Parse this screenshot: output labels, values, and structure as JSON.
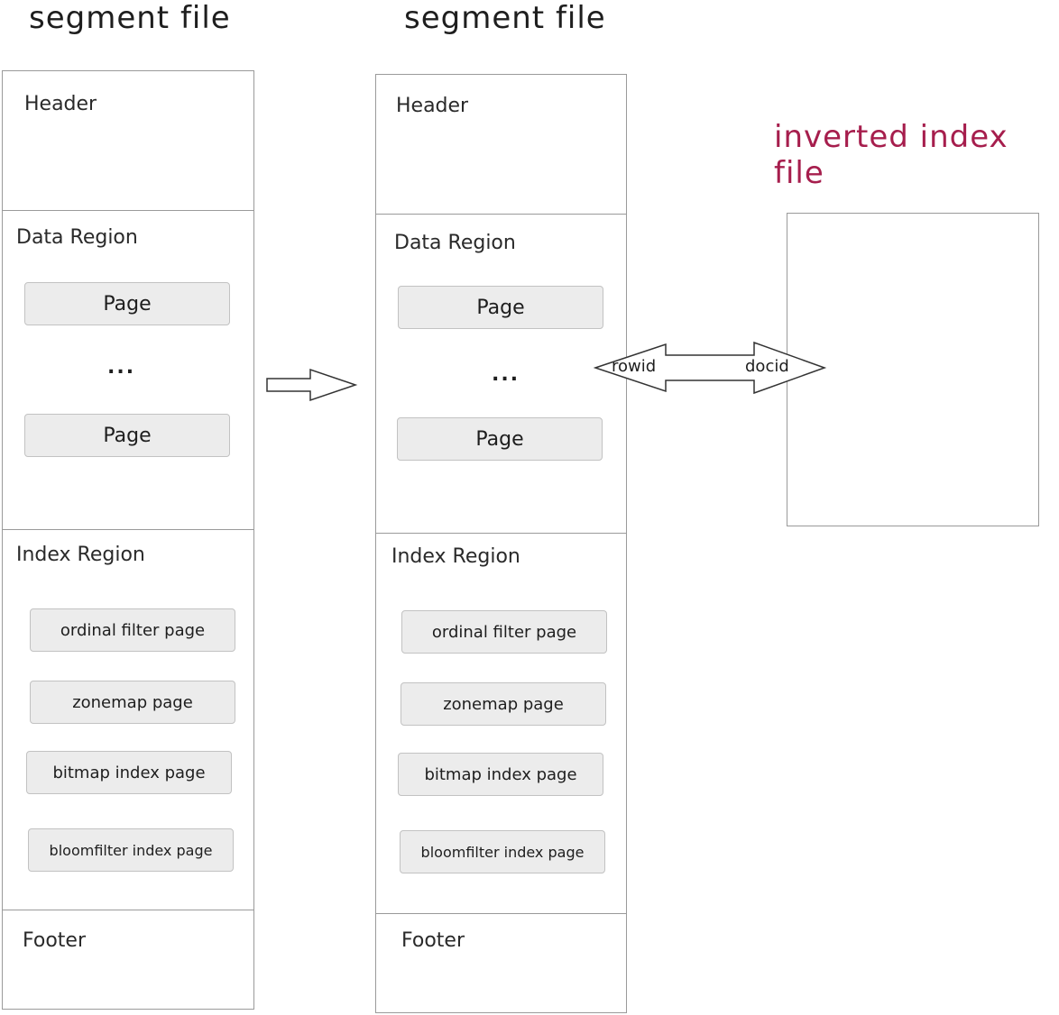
{
  "titles": {
    "left": "segment file",
    "middle": "segment file",
    "right": "inverted index file"
  },
  "colors": {
    "title_right": "#a61e4d",
    "stroke": "#9a9a9a",
    "page_fill": "#ececec"
  },
  "segment_left": {
    "header": "Header",
    "data_region": "Data Region",
    "pages": [
      "Page",
      "...",
      "Page"
    ],
    "index_region": "Index Region",
    "index_pages": [
      "ordinal filter page",
      "zonemap page",
      "bitmap index page",
      "bloomfilter index page"
    ],
    "footer": "Footer"
  },
  "segment_middle": {
    "header": "Header",
    "data_region": "Data Region",
    "pages": [
      "Page",
      "...",
      "Page"
    ],
    "index_region": "Index Region",
    "index_pages": [
      "ordinal filter page",
      "zonemap page",
      "bitmap index page",
      "bloomfilter index page"
    ],
    "footer": "Footer"
  },
  "link_arrow": {
    "left_label": "rowid",
    "right_label": "docid"
  }
}
